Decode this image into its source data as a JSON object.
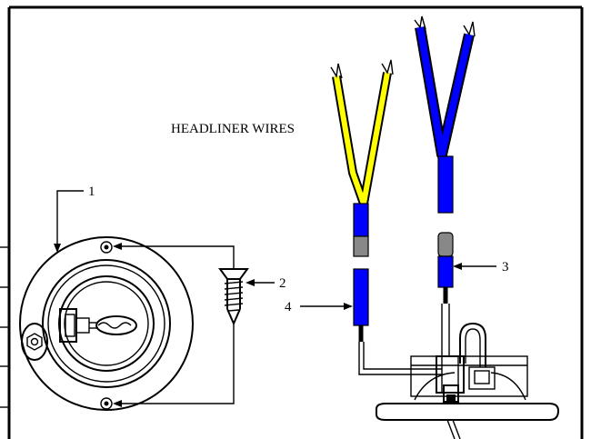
{
  "title": "HEADLINER WIRES",
  "callouts": [
    {
      "id": "1",
      "text": "1",
      "target": "light-housing"
    },
    {
      "id": "2",
      "text": "2",
      "target": "mounting-screw"
    },
    {
      "id": "3",
      "text": "3",
      "target": "blue-wire-connector"
    },
    {
      "id": "4",
      "text": "4",
      "target": "yellow-wire-connector"
    }
  ],
  "colors": {
    "yellow_wire": "#ffff00",
    "blue_wire": "#0000ff",
    "connector_band": "#888888",
    "line": "#000000",
    "background": "#ffffff"
  }
}
